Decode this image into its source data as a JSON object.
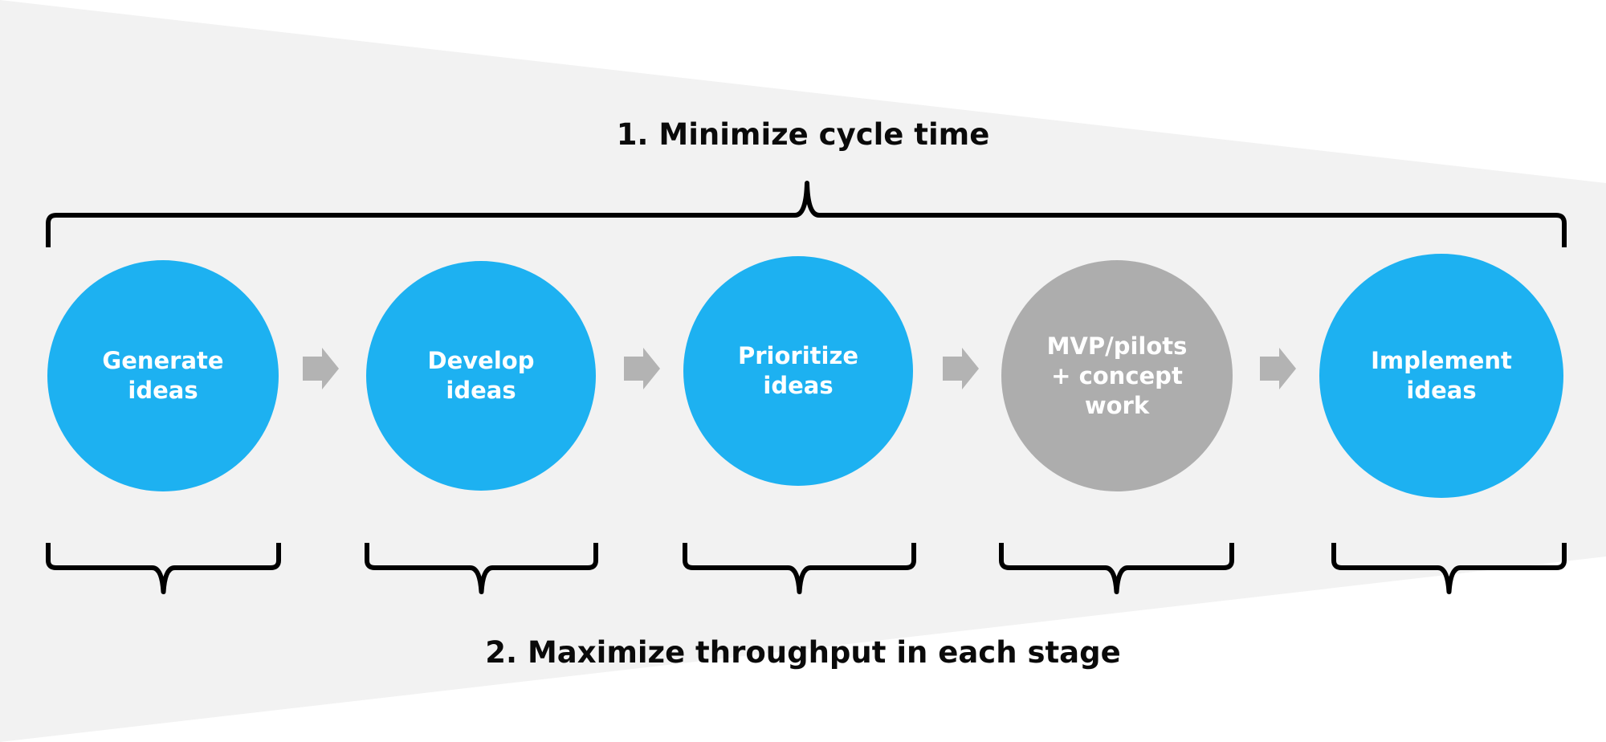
{
  "headings": {
    "top": "1. Minimize cycle time",
    "bottom": "2. Maximize throughput in each stage"
  },
  "stages": [
    {
      "label": "Generate\nideas",
      "color": "#1db1f1"
    },
    {
      "label": "Develop\nideas",
      "color": "#1db1f1"
    },
    {
      "label": "Prioritize\nideas",
      "color": "#1db1f1"
    },
    {
      "label": "MVP/pilots\n+ concept\nwork",
      "color": "#adadad"
    },
    {
      "label": "Implement\nideas",
      "color": "#1db1f1"
    }
  ],
  "colors": {
    "background_wedge": "#f2f2f2",
    "arrow": "#b3b3b3",
    "bracket": "#000000"
  },
  "icons": {
    "arrow": "right-arrow-icon",
    "top_bracket": "curly-brace-down",
    "stage_bracket": "curly-brace-up"
  }
}
